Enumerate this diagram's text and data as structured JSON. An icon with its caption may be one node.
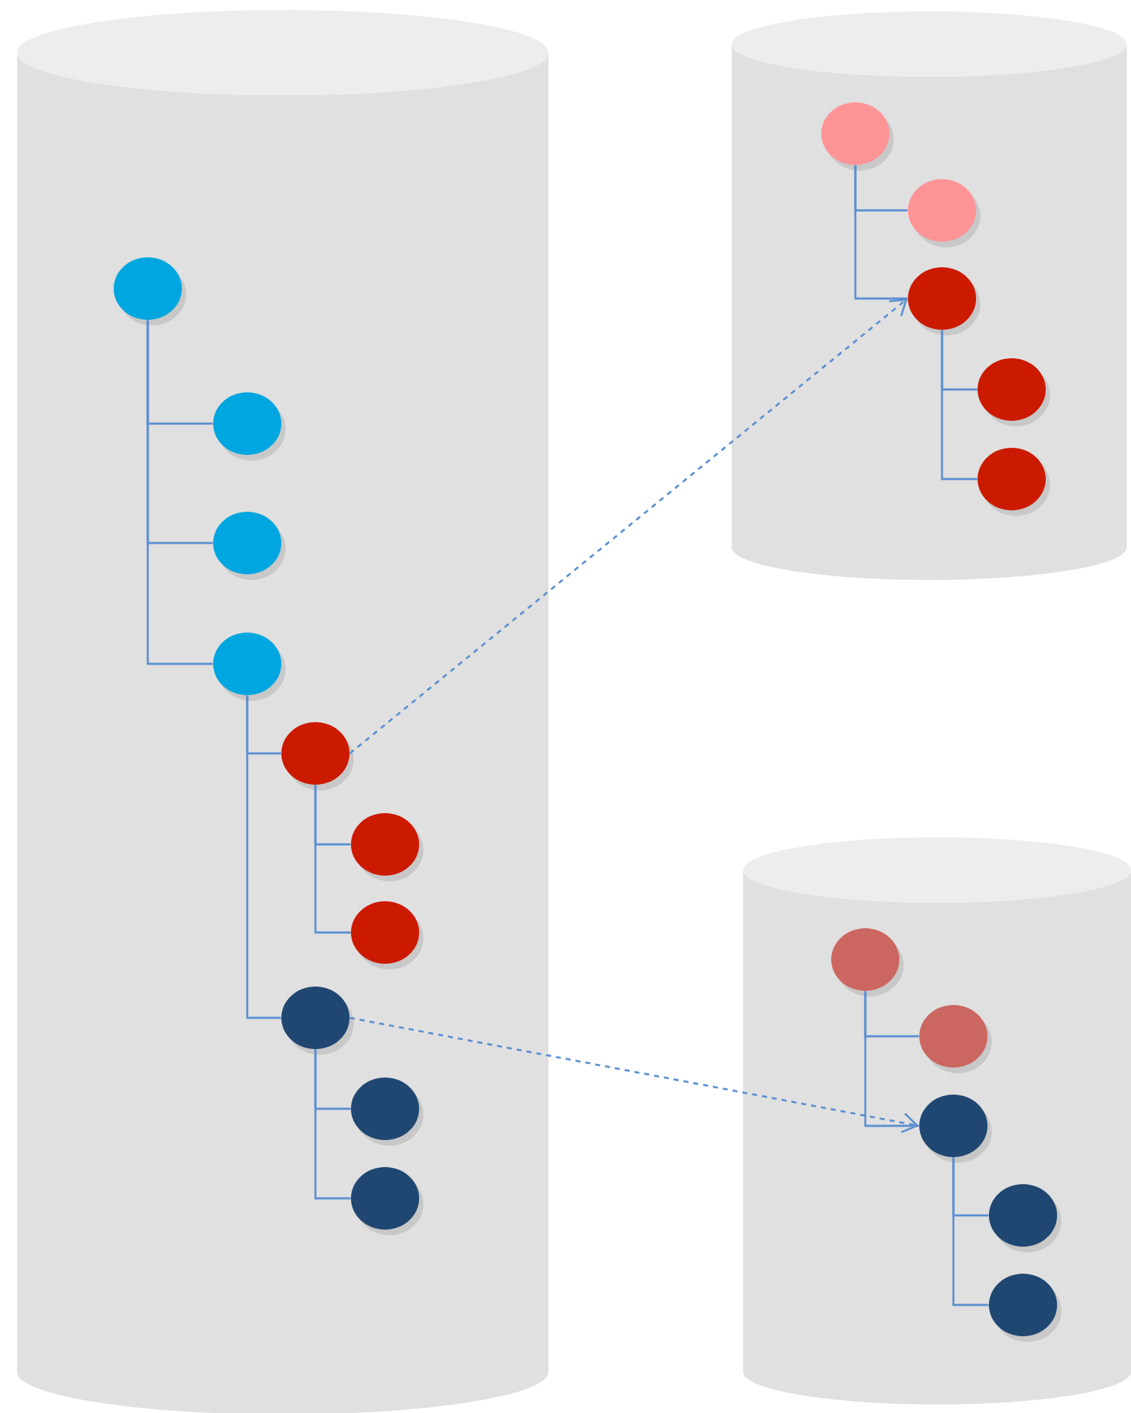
{
  "diagram": {
    "nodes": [
      {
        "text": [],
        "shape": "cylinder"
      },
      {
        "text": [],
        "shape": "circle",
        "in": 0
      },
      {
        "text": [],
        "shape": "circle",
        "in": 0
      },
      {
        "text": [],
        "shape": "circle",
        "in": 0
      },
      {
        "text": [],
        "shape": "circle",
        "in": 0
      },
      {
        "text": [],
        "shape": "circle",
        "in": 0
      },
      {
        "text": [],
        "shape": "circle",
        "in": 0
      },
      {
        "text": [],
        "shape": "circle",
        "in": 0
      },
      {
        "text": [],
        "shape": "circle",
        "in": 0
      },
      {
        "text": [],
        "shape": "circle",
        "in": 0
      },
      {
        "text": [],
        "shape": "circle",
        "in": 0
      },
      {
        "text": [],
        "shape": "cylinder"
      },
      {
        "text": [],
        "shape": "circle",
        "in": 11
      },
      {
        "text": [],
        "shape": "circle",
        "in": 11
      },
      {
        "text": [],
        "shape": "circle",
        "in": 11
      },
      {
        "text": [],
        "shape": "circle",
        "in": 11
      },
      {
        "text": [],
        "shape": "circle",
        "in": 11
      },
      {
        "text": [],
        "shape": "cylinder"
      },
      {
        "text": [],
        "shape": "circle",
        "in": 17
      },
      {
        "text": [],
        "shape": "circle",
        "in": 17
      },
      {
        "text": [],
        "shape": "circle",
        "in": 17
      },
      {
        "text": [],
        "shape": "circle",
        "in": 17
      },
      {
        "text": [],
        "shape": "circle",
        "in": 17
      }
    ],
    "edges": [
      {
        "from": 1,
        "to": 2,
        "arrow": "none"
      },
      {
        "from": 1,
        "to": 3,
        "arrow": "none"
      },
      {
        "from": 1,
        "to": 4,
        "arrow": "none"
      },
      {
        "from": 4,
        "to": 5,
        "arrow": "none"
      },
      {
        "from": 4,
        "to": 8,
        "arrow": "none"
      },
      {
        "from": 5,
        "to": 6,
        "arrow": "none"
      },
      {
        "from": 5,
        "to": 7,
        "arrow": "none"
      },
      {
        "from": 8,
        "to": 9,
        "arrow": "none"
      },
      {
        "from": 8,
        "to": 10,
        "arrow": "none"
      },
      {
        "from": 12,
        "to": 13,
        "arrow": "none"
      },
      {
        "from": 12,
        "to": 14,
        "arrow": "none"
      },
      {
        "from": 14,
        "to": 15,
        "arrow": "none"
      },
      {
        "from": 14,
        "to": 16,
        "arrow": "none"
      },
      {
        "from": 18,
        "to": 19,
        "arrow": "none"
      },
      {
        "from": 18,
        "to": 20,
        "arrow": "none"
      },
      {
        "from": 20,
        "to": 21,
        "arrow": "none"
      },
      {
        "from": 20,
        "to": 22,
        "arrow": "none"
      },
      {
        "from": 5,
        "to": 14,
        "arrow": "to",
        "style": "dashed"
      },
      {
        "from": 8,
        "to": 20,
        "arrow": "to",
        "style": "dashed"
      }
    ]
  }
}
